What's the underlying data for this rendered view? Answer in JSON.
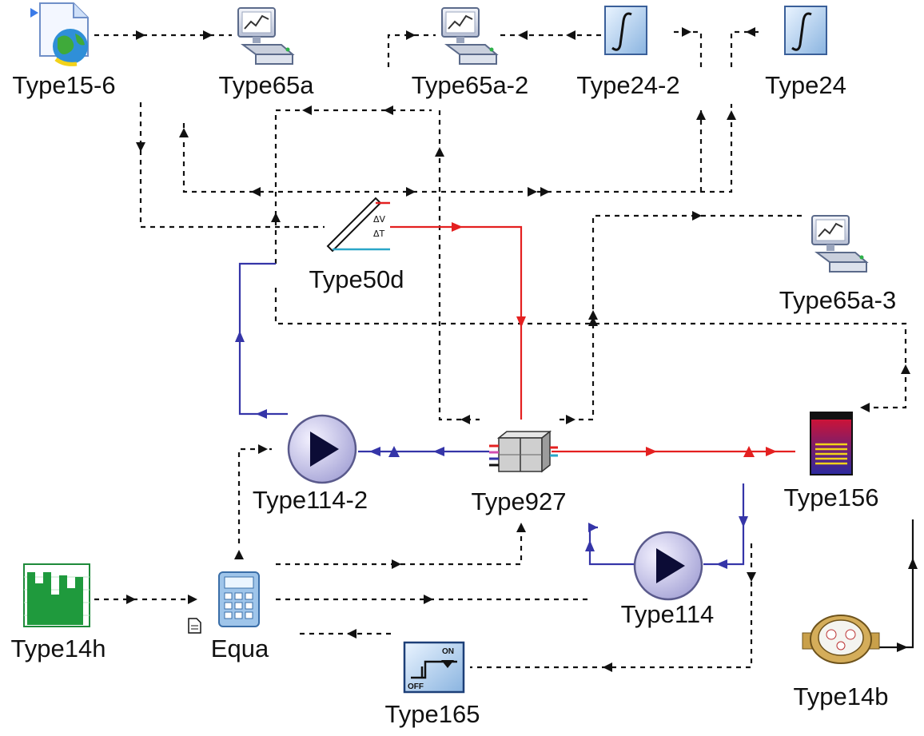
{
  "components": [
    {
      "id": "type15_6",
      "label": "Type15-6",
      "icon": "weather-data-file-icon"
    },
    {
      "id": "type65a",
      "label": "Type65a",
      "icon": "online-plotter-icon"
    },
    {
      "id": "type65a_2",
      "label": "Type65a-2",
      "icon": "online-plotter-icon"
    },
    {
      "id": "type24_2",
      "label": "Type24-2",
      "icon": "integrator-icon"
    },
    {
      "id": "type24",
      "label": "Type24",
      "icon": "integrator-icon"
    },
    {
      "id": "type50d",
      "label": "Type50d",
      "icon": "solar-collector-icon"
    },
    {
      "id": "type65a_3",
      "label": "Type65a-3",
      "icon": "online-plotter-icon"
    },
    {
      "id": "type114_2",
      "label": "Type114-2",
      "icon": "pump-icon"
    },
    {
      "id": "type927",
      "label": "Type927",
      "icon": "heat-pump-icon"
    },
    {
      "id": "type156",
      "label": "Type156",
      "icon": "storage-tank-icon"
    },
    {
      "id": "type114",
      "label": "Type114",
      "icon": "pump-icon"
    },
    {
      "id": "type14h",
      "label": "Type14h",
      "icon": "forcing-function-icon"
    },
    {
      "id": "equa",
      "label": "Equa",
      "icon": "calculator-icon"
    },
    {
      "id": "type165",
      "label": "Type165",
      "icon": "on-off-controller-icon"
    },
    {
      "id": "type14b",
      "label": "Type14b",
      "icon": "water-meter-icon"
    }
  ],
  "colors": {
    "control_link": "#111111",
    "hot_fluid": "#e42020",
    "cold_fluid": "#3535a8",
    "return_fluid": "#2aa6c8"
  }
}
